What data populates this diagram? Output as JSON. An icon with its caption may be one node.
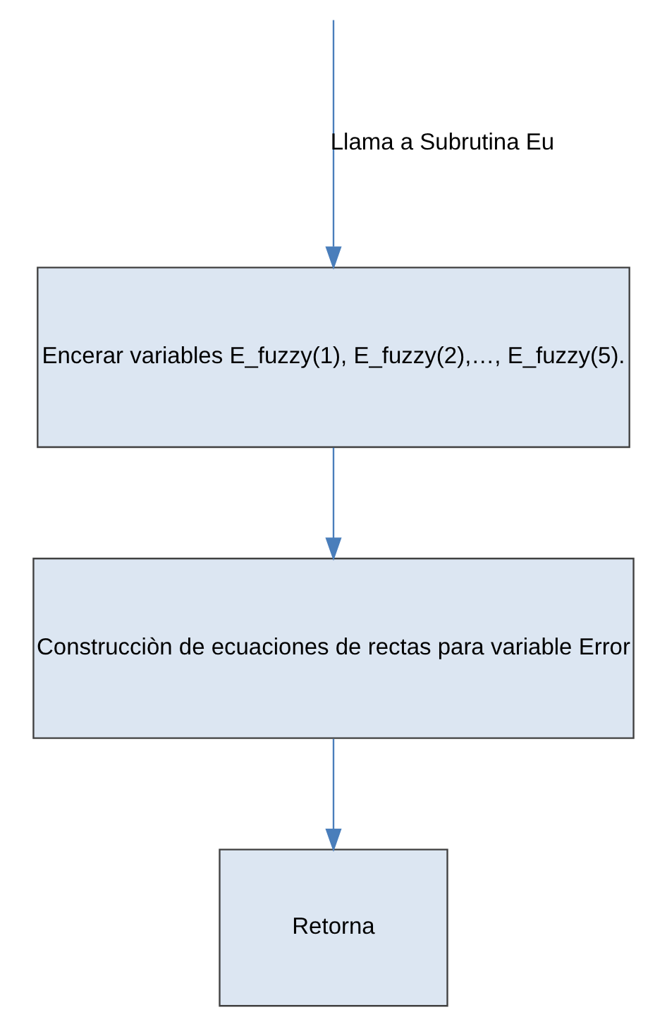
{
  "diagram": {
    "nodes": [
      {
        "text": [
          "Encerar variables E_fuzzy(1), E_fuzzy(2),…, E_fuzzy(5)."
        ]
      },
      {
        "text": [
          "Construcciòn de ecuaciones de rectas para variable Error"
        ]
      },
      {
        "text": [
          "Retorna"
        ]
      }
    ],
    "edges": [
      {
        "from": null,
        "to": 0,
        "arrow": "to",
        "label": "Llama a Subrutina Eu"
      },
      {
        "from": 0,
        "to": 1,
        "arrow": "to"
      },
      {
        "from": 1,
        "to": 2,
        "arrow": "to"
      }
    ]
  }
}
